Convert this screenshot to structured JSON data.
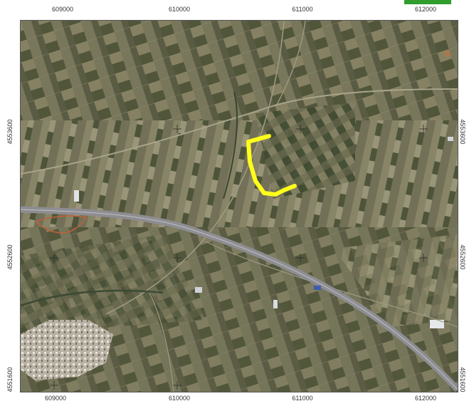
{
  "axes": {
    "x_ticks": [
      "609000",
      "610000",
      "611000",
      "612000"
    ],
    "y_ticks_left": [
      "4553600",
      "4552600",
      "4551600"
    ],
    "y_ticks_right": [
      "4553600",
      "4552600",
      "4551600"
    ]
  },
  "map": {
    "parcel_marker": "B",
    "colors": {
      "base": "#5f5f48",
      "highlight": "#ffff1a",
      "highway": "#8d8d92",
      "outline": "#c0603a",
      "badge": "#2f9e2f"
    }
  }
}
